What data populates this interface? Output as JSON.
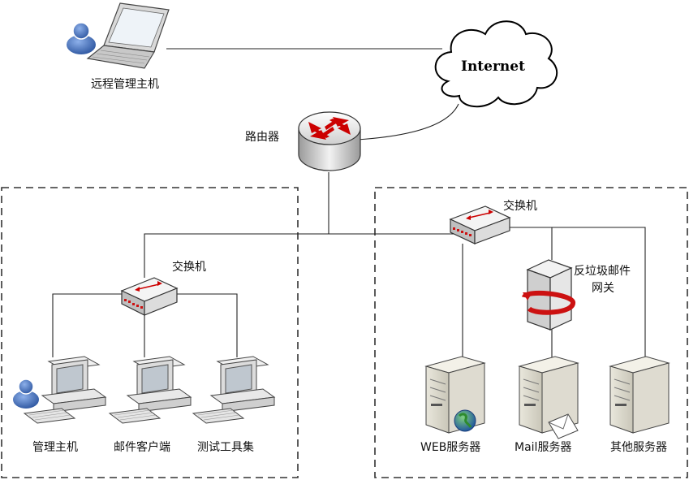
{
  "cloud": {
    "label": "Internet"
  },
  "remote_host": {
    "label": "远程管理主机"
  },
  "router": {
    "label": "路由器"
  },
  "left_zone": {
    "switch_label": "交换机",
    "hosts": [
      {
        "label": "管理主机"
      },
      {
        "label": "邮件客户端"
      },
      {
        "label": "测试工具集"
      }
    ]
  },
  "right_zone": {
    "switch_label": "交换机",
    "gateway_label_line1": "反垃圾邮件",
    "gateway_label_line2": "网关",
    "servers": [
      {
        "label": "WEB服务器"
      },
      {
        "label": "Mail服务器"
      },
      {
        "label": "其他服务器"
      }
    ]
  },
  "colors": {
    "router_arrows": "#cc0000",
    "switch_lights": "#cc1111",
    "user_blue": "#3a66b7",
    "link_line": "#222222",
    "zone_border": "#333333"
  }
}
